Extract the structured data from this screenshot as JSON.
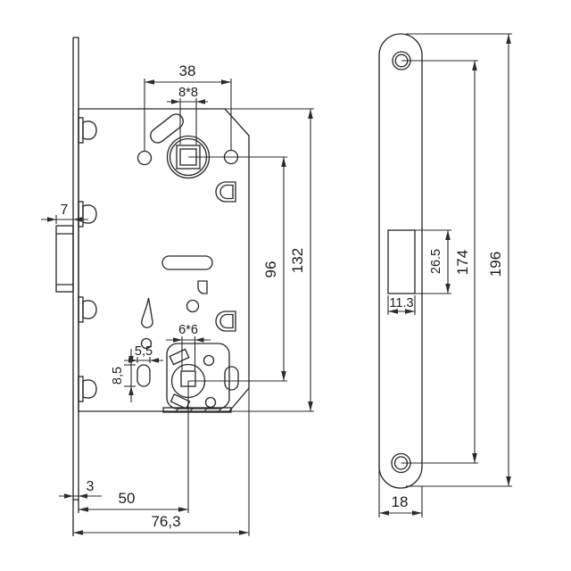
{
  "drawing": {
    "type": "technical-dimension-drawing",
    "subject": "mortise-lock",
    "background_color": "#ffffff",
    "line_color": "#2b2b2b",
    "text_color": "#1d1d1d",
    "views": {
      "lock_body": {
        "name": "lock body side view",
        "dims": {
          "hole_spacing": "38",
          "spindle_square": "8*8",
          "latch_protrusion": "7",
          "spindle_to_cylinder": "96",
          "body_height": "132",
          "oval_width": "5,5",
          "oval_height": "8,5",
          "cylinder_square": "6*6",
          "plate_offset": "3",
          "backset": "50",
          "body_depth": "76,3"
        }
      },
      "faceplate": {
        "name": "faceplate front view",
        "dims": {
          "cutout_width": "11.3",
          "cutout_height": "26.5",
          "screw_spacing": "174",
          "plate_length": "196",
          "plate_width": "18"
        }
      }
    }
  }
}
